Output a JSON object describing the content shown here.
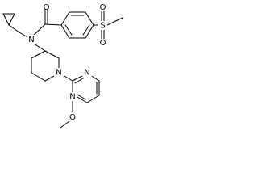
{
  "structure": {
    "atom_labels": {
      "amide_oxygen": "O",
      "sulfonyl_sulfur": "S",
      "sulfonyl_oxygen_top": "O",
      "sulfonyl_oxygen_bottom": "O",
      "amide_nitrogen": "N",
      "piperidine_nitrogen": "N",
      "pyrimidine_nitrogen_top": "N",
      "pyrimidine_nitrogen_bottom": "N",
      "methoxy_oxygen": "O"
    }
  },
  "colors": {
    "bond": "#000000",
    "label": "#000000",
    "background": "#ffffff"
  }
}
